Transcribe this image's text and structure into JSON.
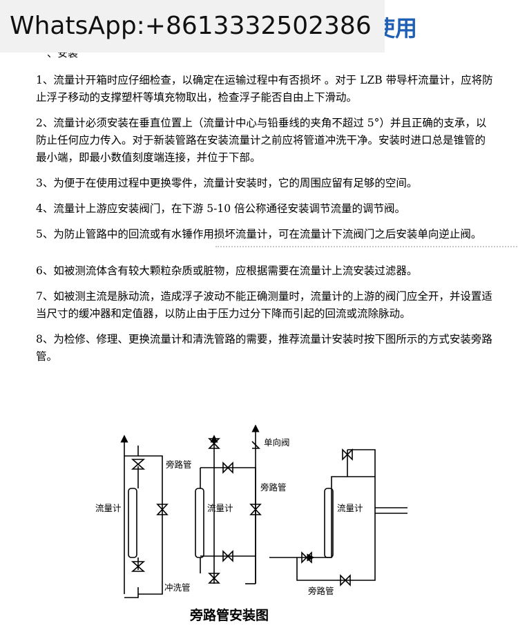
{
  "watermark": "WhatsApp:+8613332502386",
  "header_tail": "使用",
  "section_heading": "、安装",
  "paragraphs": [
    "1、流量计开箱时应仔细检查，以确定在运输过程中有否损坏 。对于 LZB 带导杆流量计，应将防止浮子移动的支撑塑杆等填充物取出，检查浮子能否自由上下滑动。",
    "2、流量计必须安装在垂直位置上（流量计中心与铅垂线的夹角不超过 5°）并且正确的支承，以防止任何应力传入。对于新装管路在安装流量计之前应将管道冲洗干净。安装时进口总是锥管的最小端，即最小数值刻度端连接，并位于下部。",
    "3、为便于在使用过程中更换零件，流量计安装时，它的周围应留有足够的空间。",
    "4、流量计上游应安装阀门，在下游 5-10 倍公称通径安装调节流量的调节阀。",
    "5、为防止管路中的回流或有水锤作用损坏流量计，可在流量计下流阀门之后安装单向逆止阀。",
    "6、如被测流体含有较大颗粒杂质或脏物，应根据需要在流量计上流安装过滤器。",
    "7、如被测主流是脉动流，造成浮子波动不能正确测量时，流量计的上游的阀门应全开，并设置适当尺寸的缓冲器和定值器，以防止由于压力过分下降而引起的回流或流除脉动。",
    "8、为检修、修理、更换流量计和清洗管路的需要，推荐流量计安装时按下图所示的方式安装旁路管。"
  ],
  "diagram": {
    "title": "旁路管安装图",
    "labels": {
      "flowmeter": "流量计",
      "bypass": "旁路管",
      "check_valve": "单向阀",
      "flush_pipe": "冲洗管"
    }
  }
}
